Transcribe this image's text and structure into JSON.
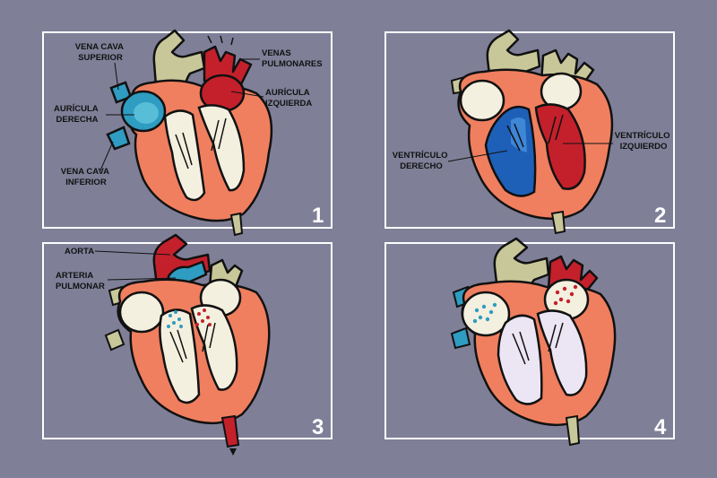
{
  "colors": {
    "background": "#7f7f98",
    "panel_border": "#ffffff",
    "myocardium": "#f07f5f",
    "myocardium_light": "#f7a58a",
    "vessel_olive": "#c7c79a",
    "chamber_light": "#f4f0df",
    "deoxygenated_blue": "#2f9cc2",
    "deoxygenated_deep": "#1e60b8",
    "oxygenated_red": "#c4202c",
    "outline": "#111111"
  },
  "panels": [
    {
      "number": "1",
      "labels": {
        "vena_cava_superior": [
          "VENA CAVA",
          "SUPERIOR"
        ],
        "auricula_derecha": [
          "AURÍCULA",
          "DERECHA"
        ],
        "vena_cava_inferior": [
          "VENA CAVA",
          "INFERIOR"
        ],
        "venas_pulmonares": [
          "VENAS",
          "PULMONARES"
        ],
        "auricula_izquierda": [
          "AURÍCULA",
          "IZQUIERDA"
        ]
      }
    },
    {
      "number": "2",
      "labels": {
        "ventriculo_derecho": [
          "VENTRÍCULO",
          "DERECHO"
        ],
        "ventriculo_izquierdo": [
          "VENTRÍCULO",
          "IZQUIERDO"
        ]
      }
    },
    {
      "number": "3",
      "labels": {
        "aorta": [
          "AORTA"
        ],
        "arteria_pulmonar": [
          "ARTERIA",
          "PULMONAR"
        ]
      }
    },
    {
      "number": "4",
      "labels": {}
    }
  ]
}
